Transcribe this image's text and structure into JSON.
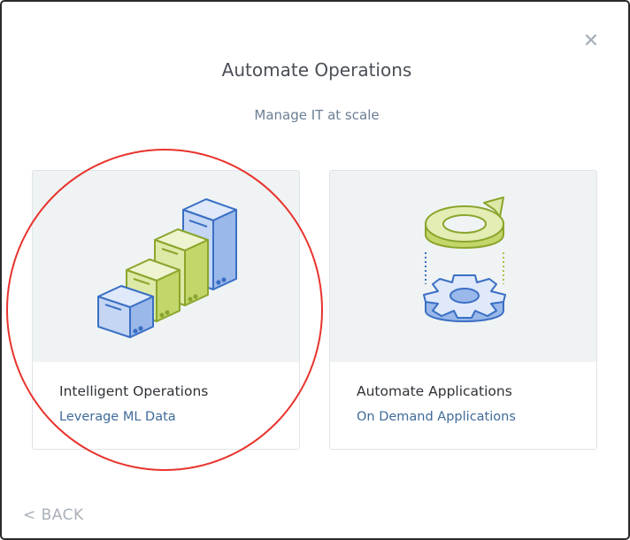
{
  "dialog": {
    "title": "Automate Operations",
    "subtitle": "Manage IT at scale",
    "close_symbol": "✕",
    "back_label": "< BACK"
  },
  "cards": [
    {
      "title": "Intelligent Operations",
      "subtitle": "Leverage ML Data",
      "icon": "server-stack-icon"
    },
    {
      "title": "Automate Applications",
      "subtitle": "On Demand Applications",
      "icon": "gear-refresh-icon"
    }
  ],
  "colors": {
    "title_text": "#4a4f56",
    "subtitle_text": "#6b7e93",
    "link_text": "#3f6b99",
    "card_art_bg": "#f0f3f4",
    "illustration_blue": "#3a6fc4",
    "illustration_green": "#a9c23f",
    "highlight_ring": "#e8332d",
    "muted": "#a8b0b9"
  }
}
